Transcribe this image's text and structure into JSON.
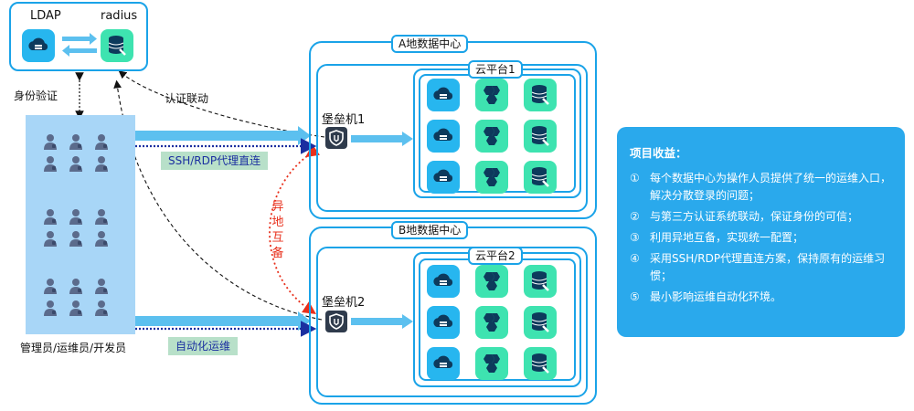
{
  "auth": {
    "ldap_label": "LDAP",
    "radius_label": "radius",
    "identity_verify": "身份验证",
    "auth_linkage": "认证联动"
  },
  "users": {
    "label": "管理员/运维员/开发员"
  },
  "links": {
    "proxy_label": "SSH/RDP代理直连",
    "automation_label": "自动化运维",
    "remote_backup": [
      "异",
      "地",
      "互",
      "备"
    ]
  },
  "datacenter_a": {
    "title": "A地数据中心",
    "cloud_title": "云平台1",
    "bastion_label": "堡垒机1"
  },
  "datacenter_b": {
    "title": "B地数据中心",
    "cloud_title": "云平台2",
    "bastion_label": "堡垒机2"
  },
  "benefits": {
    "title": "项目收益：",
    "items": [
      {
        "num": "①",
        "text": "每个数据中心为操作人员提供了统一的运维入口，解决分散登录的问题；"
      },
      {
        "num": "②",
        "text": "与第三方认证系统联动，保证身份的可信；"
      },
      {
        "num": "③",
        "text": "利用异地互备，实现统一配置；"
      },
      {
        "num": "④",
        "text": "采用SSH/RDP代理直连方案，保持原有的运维习惯；"
      },
      {
        "num": "⑤",
        "text": "最小影响运维自动化环境。"
      }
    ]
  },
  "colors": {
    "frame_blue": "#1aa3e8",
    "tile_blue": "#27b6ef",
    "tile_green": "#3ee3b0",
    "arrow_blue": "#5cc0ef",
    "dotted_navy": "#1b2fa0",
    "backup_red": "#e8301c",
    "panel_blue": "#2aa9ec"
  },
  "icons": {
    "cloud_server": "cloud-server-icon",
    "cluster": "cluster-icon",
    "database_tool": "database-wrench-icon",
    "bastion": "shield-icon",
    "person": "person-icon"
  }
}
